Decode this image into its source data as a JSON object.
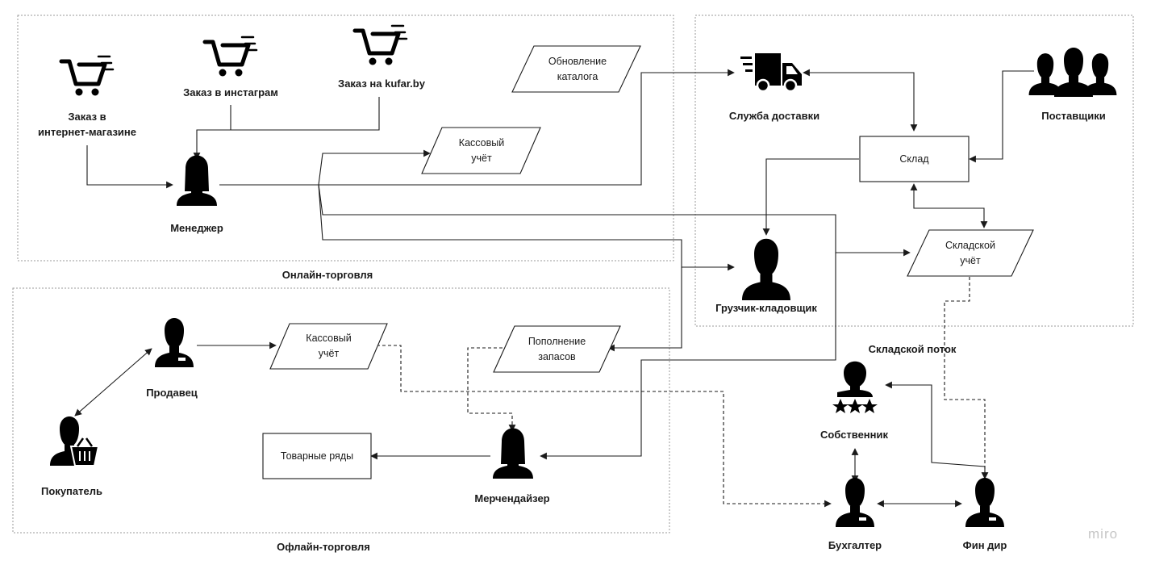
{
  "groups": {
    "online": "Онлайн-торговля",
    "offline": "Офлайн-торговля",
    "warehouse": "Складской поток"
  },
  "actors": {
    "order_shop": "Заказ в\nинтернет-магазине",
    "order_instagram": "Заказ в инстаграм",
    "order_kufar": "Заказ на kufar.by",
    "manager": "Менеджер",
    "delivery": "Служба доставки",
    "suppliers": "Поставщики",
    "loader": "Грузчик-кладовщик",
    "seller": "Продавец",
    "buyer": "Покупатель",
    "merch": "Мерчендайзер",
    "owner": "Собственник",
    "accountant": "Бухгалтер",
    "fin": "Фин дир"
  },
  "data_items": {
    "catalog_update": "Обновление\nкаталога",
    "cash_online": "Кассовый\nучёт",
    "warehouse_acc": "Складской\nучёт",
    "cash_offline": "Кассовый\nучёт",
    "restock": "Пополнение\nзапасов"
  },
  "boxes": {
    "sklad": "Склад",
    "shelves": "Товарные ряды"
  },
  "watermark": "miro"
}
